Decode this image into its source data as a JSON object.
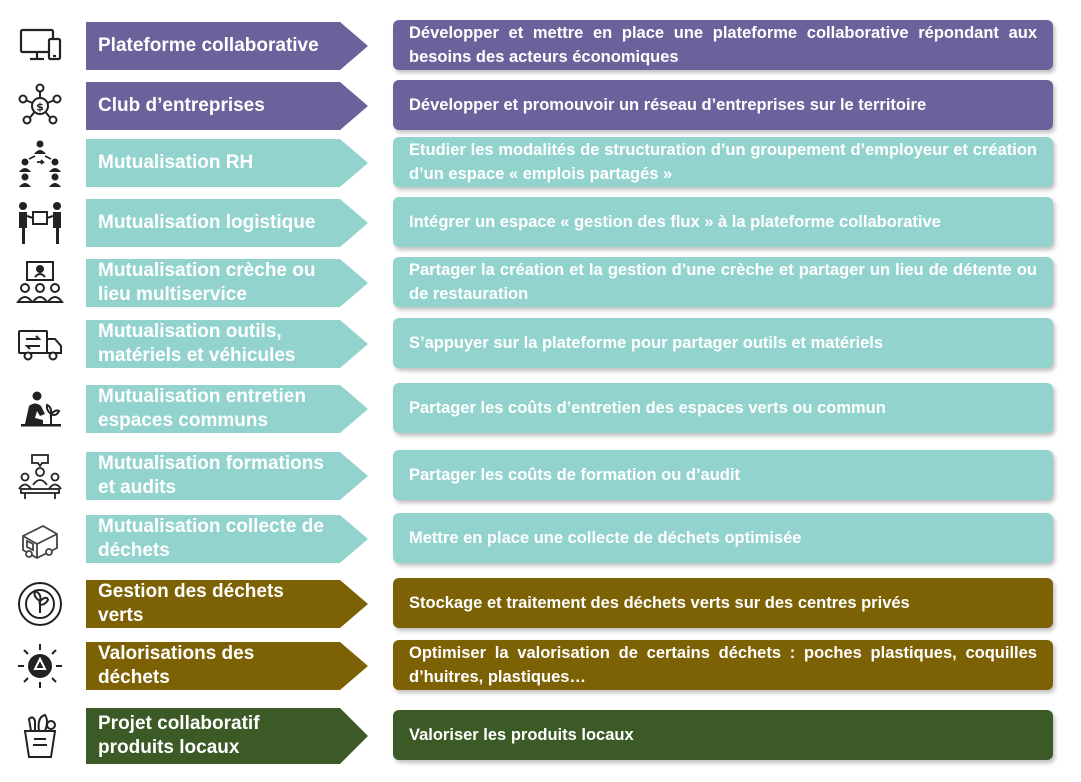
{
  "colors": {
    "purple": "#6b629b",
    "teal": "#93d3ce",
    "olive": "#7d6205",
    "green": "#3b5a26",
    "icon": "#222222"
  },
  "rows": [
    {
      "icon": "devices-icon",
      "label": "Plateforme collaborative",
      "description": "Développer et mettre en place une plateforme collaborative répondant aux besoins des acteurs économiques",
      "color": "purple"
    },
    {
      "icon": "network-money-icon",
      "label": "Club d’entreprises",
      "description": "Développer et promouvoir un réseau d’entreprises sur le territoire",
      "color": "purple"
    },
    {
      "icon": "hierarchy-people-icon",
      "label": "Mutualisation RH",
      "description": "Etudier les modalités de structuration d’un groupement d’employeur et création d’un espace « emplois partagés »",
      "color": "teal"
    },
    {
      "icon": "handover-box-icon",
      "label": "Mutualisation logistique",
      "description": "Intégrer un espace « gestion des flux » à la plateforme collaborative",
      "color": "teal"
    },
    {
      "icon": "nursery-group-icon",
      "label": "Mutualisation crèche ou lieu multiservice",
      "description": "Partager la création et la gestion d’une crèche et partager un lieu de détente ou de restauration",
      "color": "teal"
    },
    {
      "icon": "delivery-truck-icon",
      "label": "Mutualisation outils, matériels et véhicules",
      "description": "S’appuyer sur la plateforme pour partager outils et matériels",
      "color": "teal"
    },
    {
      "icon": "gardener-icon",
      "label": "Mutualisation entretien espaces communs",
      "description": "Partager les coûts d’entretien des espaces verts ou commun",
      "color": "teal"
    },
    {
      "icon": "meeting-icon",
      "label": "Mutualisation formations et audits",
      "description": "Partager les coûts de formation ou d’audit",
      "color": "teal"
    },
    {
      "icon": "garbage-truck-icon",
      "label": "Mutualisation collecte de déchets",
      "description": "Mettre en place une collecte de déchets optimisée",
      "color": "teal"
    },
    {
      "icon": "leaf-cycle-icon",
      "label": "Gestion des déchets verts",
      "description": "Stockage et traitement des déchets verts sur des centres privés",
      "color": "olive"
    },
    {
      "icon": "recycle-sun-icon",
      "label": "Valorisations des déchets",
      "description": "Optimiser la valorisation de certains déchets : poches plastiques, coquilles d’huitres, plastiques…",
      "color": "olive"
    },
    {
      "icon": "grocery-bag-icon",
      "label": "Projet collaboratif produits locaux",
      "description": "Valoriser les produits locaux",
      "color": "green"
    }
  ]
}
